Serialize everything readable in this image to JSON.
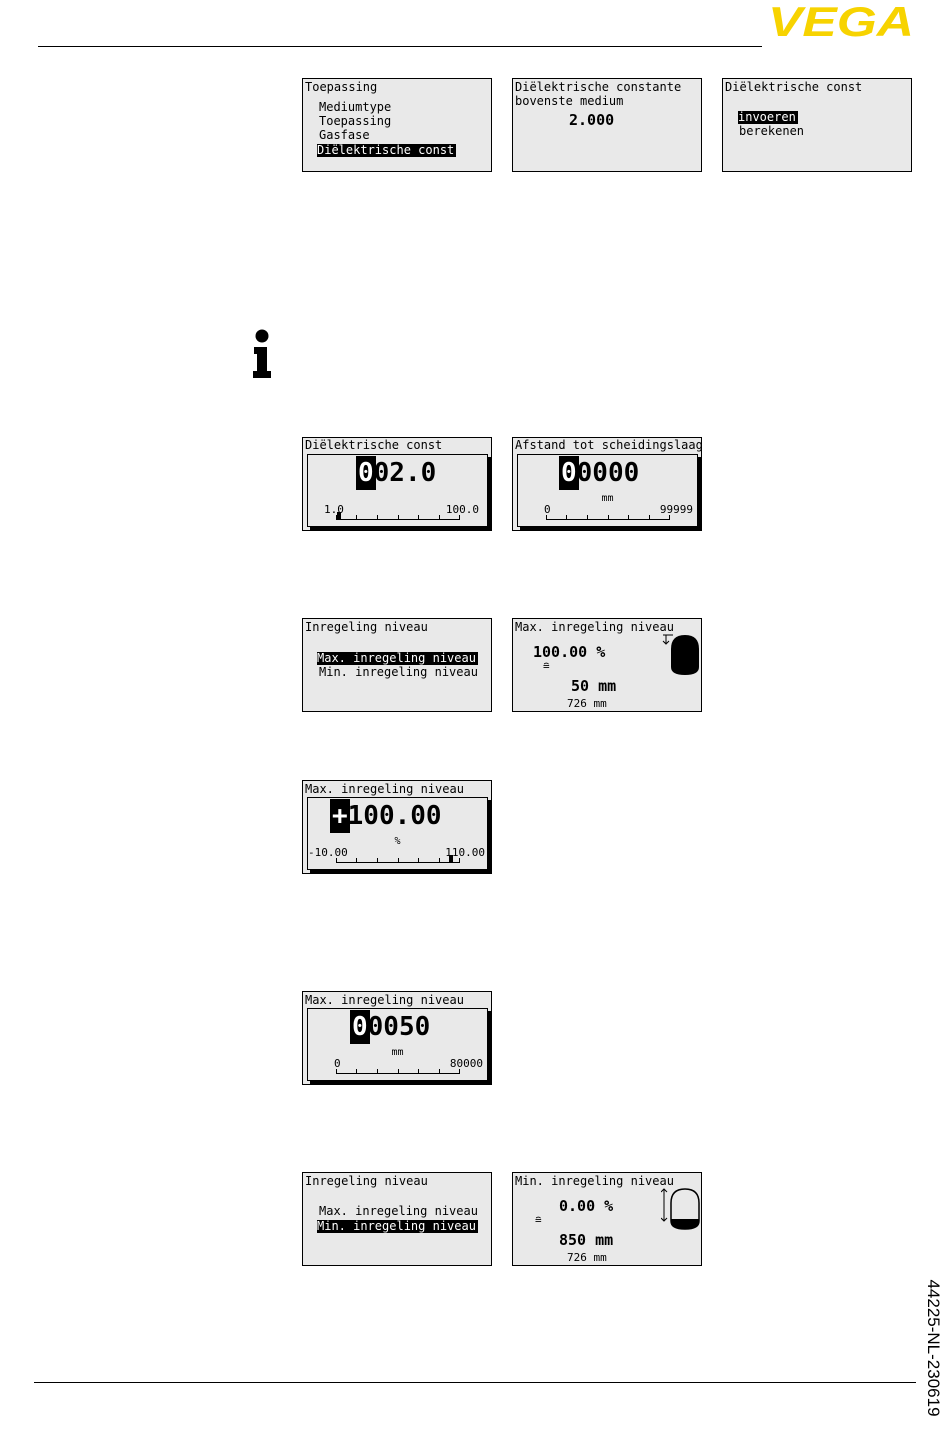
{
  "header": {
    "brand": "VEGA"
  },
  "footer": {
    "doc_code": "44225-NL-230619"
  },
  "screens": {
    "s1": {
      "title": "Toepassing",
      "items": [
        "Mediumtype",
        "Toepassing",
        "Gasfase",
        "Diëlektrische const"
      ],
      "selected": 3
    },
    "s2": {
      "title_line1": "Diëlektrische constante",
      "title_line2": "bovenste medium",
      "value": "2.000"
    },
    "s3": {
      "title": "Diëlektrische const",
      "items": [
        "invoeren",
        "berekenen"
      ],
      "selected": 0
    },
    "s4": {
      "title": "Diëlektrische const",
      "cursor": "0",
      "value_rest": "02.0",
      "unit": "",
      "scale_min": "1.0",
      "scale_max": "100.0"
    },
    "s5": {
      "title": "Afstand tot scheidingslaag",
      "cursor": "0",
      "value_rest": "0000",
      "unit": "mm",
      "scale_min": "0",
      "scale_max": "99999"
    },
    "s6": {
      "title": "Inregeling niveau",
      "items": [
        "Max. inregeling niveau",
        "Min. inregeling niveau"
      ],
      "selected": 0
    },
    "s7": {
      "title": "Max. inregeling niveau",
      "percent": "100.00 %",
      "equiv": "≘",
      "distance": "50 mm",
      "measured": "726 mm"
    },
    "s8": {
      "title": "Max. inregeling niveau",
      "cursor": "+",
      "value_rest": "100.00",
      "unit": "%",
      "scale_min": "-10.00",
      "scale_max": "110.00"
    },
    "s9": {
      "title": "Max. inregeling niveau",
      "cursor": "0",
      "value_rest": "0050",
      "unit": "mm",
      "scale_min": "0",
      "scale_max": "80000"
    },
    "s10": {
      "title": "Inregeling niveau",
      "items": [
        "Max. inregeling niveau",
        "Min. inregeling niveau"
      ],
      "selected": 1
    },
    "s11": {
      "title": "Min. inregeling niveau",
      "percent": "0.00 %",
      "equiv": "≘",
      "distance": "850 mm",
      "measured": "726 mm"
    }
  },
  "colors": {
    "brand": "#f7d300",
    "lcd_bg": "#e9e9e9"
  }
}
